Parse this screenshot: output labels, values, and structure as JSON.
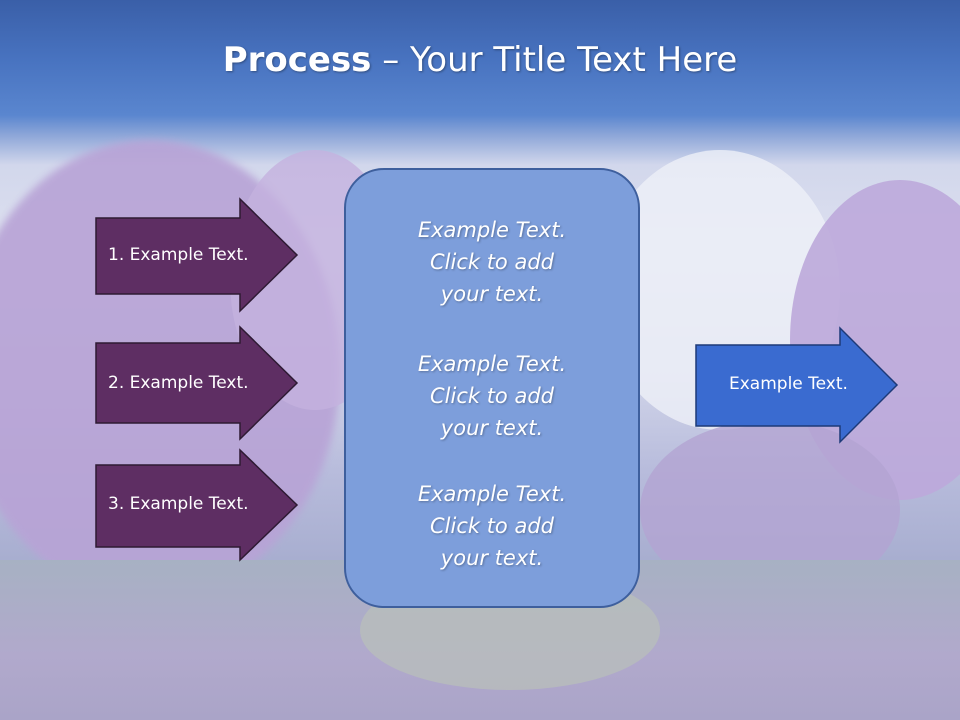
{
  "slide": {
    "title_bold": "Process",
    "title_rest": " – Your Title Text Here"
  },
  "left_arrows": [
    {
      "label": "1. Example Text."
    },
    {
      "label": "2. Example Text."
    },
    {
      "label": "3. Example Text."
    }
  ],
  "center_box": {
    "blocks": [
      {
        "line1": "Example Text.",
        "line2": "Click  to add",
        "line3": "your text."
      },
      {
        "line1": "Example Text.",
        "line2": "Click  to add",
        "line3": "your text."
      },
      {
        "line1": "Example Text.",
        "line2": "Click  to add",
        "line3": "your text."
      }
    ]
  },
  "right_arrow": {
    "label": "Example Text."
  },
  "colors": {
    "left_arrow_fill": "#5e2e63",
    "right_arrow_fill": "#3a6bd0",
    "center_box_fill": "#7d9edb",
    "header_blue": "#4873c0"
  }
}
